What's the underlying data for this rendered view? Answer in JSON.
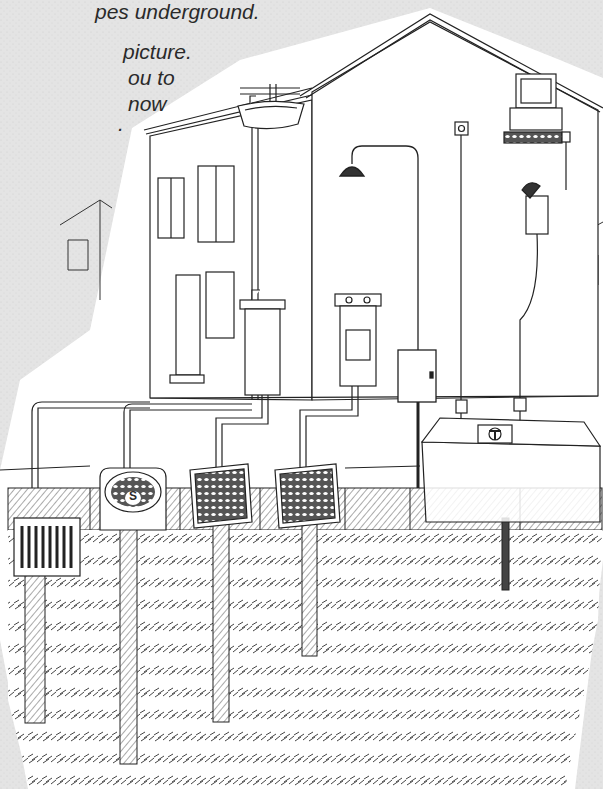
{
  "diagram": {
    "labels": [
      "pes underground.",
      "picture.",
      "ou to",
      "now",
      ".",
      "S"
    ]
  }
}
